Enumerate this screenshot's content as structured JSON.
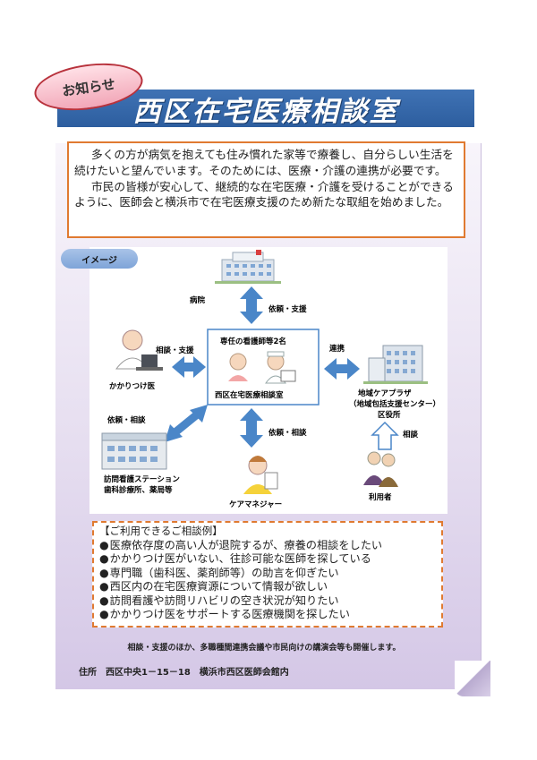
{
  "badge": "お知らせ",
  "title": "西区在宅医療相談室",
  "intro": {
    "p1": "多くの方が病気を抱えても住み慣れた家等で療養し、自分らしい生活を続けたいと望んでいます。そのためには、医療・介護の連携が必要です。",
    "p2": "市民の皆様が安心して、継続的な在宅医療・介護を受けることができるように、医師会と横浜市で在宅医療支援のため新たな取組を始めました。"
  },
  "diagram": {
    "label": "イメージ",
    "center_caption": "専任の看護師等2名",
    "center_name": "西区在宅医療相談室",
    "hospital": "病院",
    "family_doctor": "かかりつけ医",
    "station_line1": "訪問看護ステーション",
    "station_line2": "歯科診療所、薬局等",
    "care_manager": "ケアマネジャー",
    "plaza_line1": "地域ケアプラザ",
    "plaza_line2": "（地域包括支援センター）",
    "plaza_line3": "区役所",
    "user": "利用者",
    "arrow_hospital": "依頼・支援",
    "arrow_doctor": "相談・支援",
    "arrow_station": "依頼・相談",
    "arrow_care": "依頼・相談",
    "arrow_plaza": "連携",
    "arrow_user": "相談"
  },
  "cases": {
    "header": "【ご利用できるご相談例】",
    "items": [
      "医療依存度の高い人が退院するが、療養の相談をしたい",
      "かかりつけ医がいない、往診可能な医師を探している",
      "専門職（歯科医、薬剤師等）の助言を仰ぎたい",
      "西区内の在宅医療資源について情報が欲しい",
      "訪問看護や訪問リハビリの空き状況が知りたい",
      "かかりつけ医をサポートする医療機関を探したい"
    ]
  },
  "note": "相談・支援のほか、多職種間連携会議や市民向けの講演会等も開催します。",
  "address": "住所　西区中央1－15－18　横浜市西区医師会館内",
  "colors": {
    "banner": "#3f72b4",
    "border_orange": "#e07a31",
    "arrow_blue": "#4a86c8",
    "badge_pink": "#f2a7b8"
  }
}
